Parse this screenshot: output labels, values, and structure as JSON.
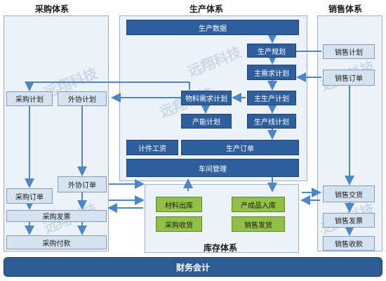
{
  "purchasing": {
    "title": "采购体系",
    "plan": "采购计划",
    "outsource_plan": "外协计划",
    "order": "采购订单",
    "outsource_order": "外协订单",
    "invoice": "采购发票",
    "payment": "采购付款"
  },
  "production": {
    "title": "生产体系",
    "data": "生产数据",
    "planning": "生产规划",
    "master_demand": "主需求计划",
    "master_production": "主生产计划",
    "material_requirements": "物料需求计划",
    "capacity_plan": "产能计划",
    "line_plan": "生产线计划",
    "piece_wage": "计件工资",
    "order": "生产订单",
    "workshop": "车间管理"
  },
  "sales": {
    "title": "销售体系",
    "plan": "销售计划",
    "order": "销售订单",
    "delivery": "销售交货",
    "invoice": "销售发票",
    "collection": "销售收款"
  },
  "inventory": {
    "title": "库存体系",
    "material_out": "材料出库",
    "product_in": "产成品入库",
    "purchase_receipt": "采购收货",
    "sales_shipment": "销售发货"
  },
  "finance": {
    "title": "财务会计"
  },
  "colors": {
    "dark_box": "#2e5f9c",
    "light_box": "#d5e3f1",
    "green_box": "#92c046",
    "panel_bg": "#edf2f8",
    "arrow": "#4a86c8"
  }
}
